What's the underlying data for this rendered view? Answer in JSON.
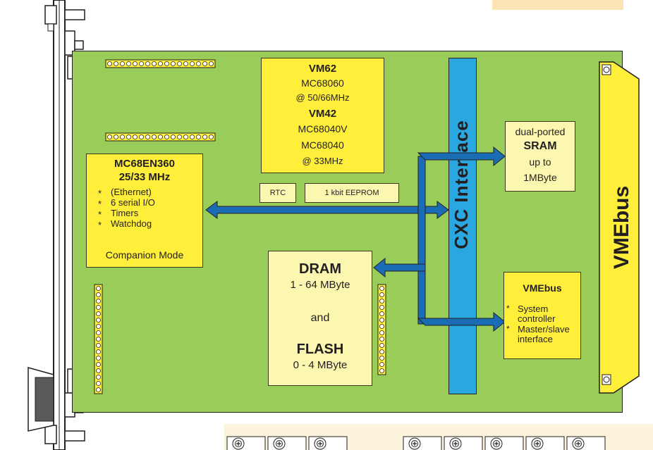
{
  "cpu": {
    "line1": "VM62",
    "line2": "MC68060",
    "line3": "@ 50/66MHz",
    "line4": "VM42",
    "line5": "MC68040V",
    "line6": "MC68040",
    "line7": "@ 33MHz"
  },
  "companion": {
    "title1": "MC68EN360",
    "title2": "25/33 MHz",
    "items": [
      "(Ethernet)",
      "6 serial I/O",
      "Timers",
      "Watchdog"
    ],
    "footer": "Companion Mode"
  },
  "rtc": "RTC",
  "eeprom": "1 kbit EEPROM",
  "memory": {
    "dram_title": "DRAM",
    "dram_size": "1 - 64 MByte",
    "and": "and",
    "flash_title": "FLASH",
    "flash_size": "0 - 4 MByte"
  },
  "sram": {
    "line1": "dual-ported",
    "line2": "SRAM",
    "line3": "up to",
    "line4": "1MByte"
  },
  "vmebus_block": {
    "title": "VMEbus",
    "item1a": "System",
    "item1b": "controller",
    "item2a": "Master/slave",
    "item2b": "interface"
  },
  "cxc_label": "CXC Interface",
  "vmebus_connector_label": "VMEbus",
  "bullet": "*",
  "colors": {
    "board": "#9acc5a",
    "yellow": "#ffef3a",
    "light_yellow": "#fbf7b0",
    "bus_blue": "#1a6cb5",
    "cxc_blue": "#2aa7e0"
  }
}
